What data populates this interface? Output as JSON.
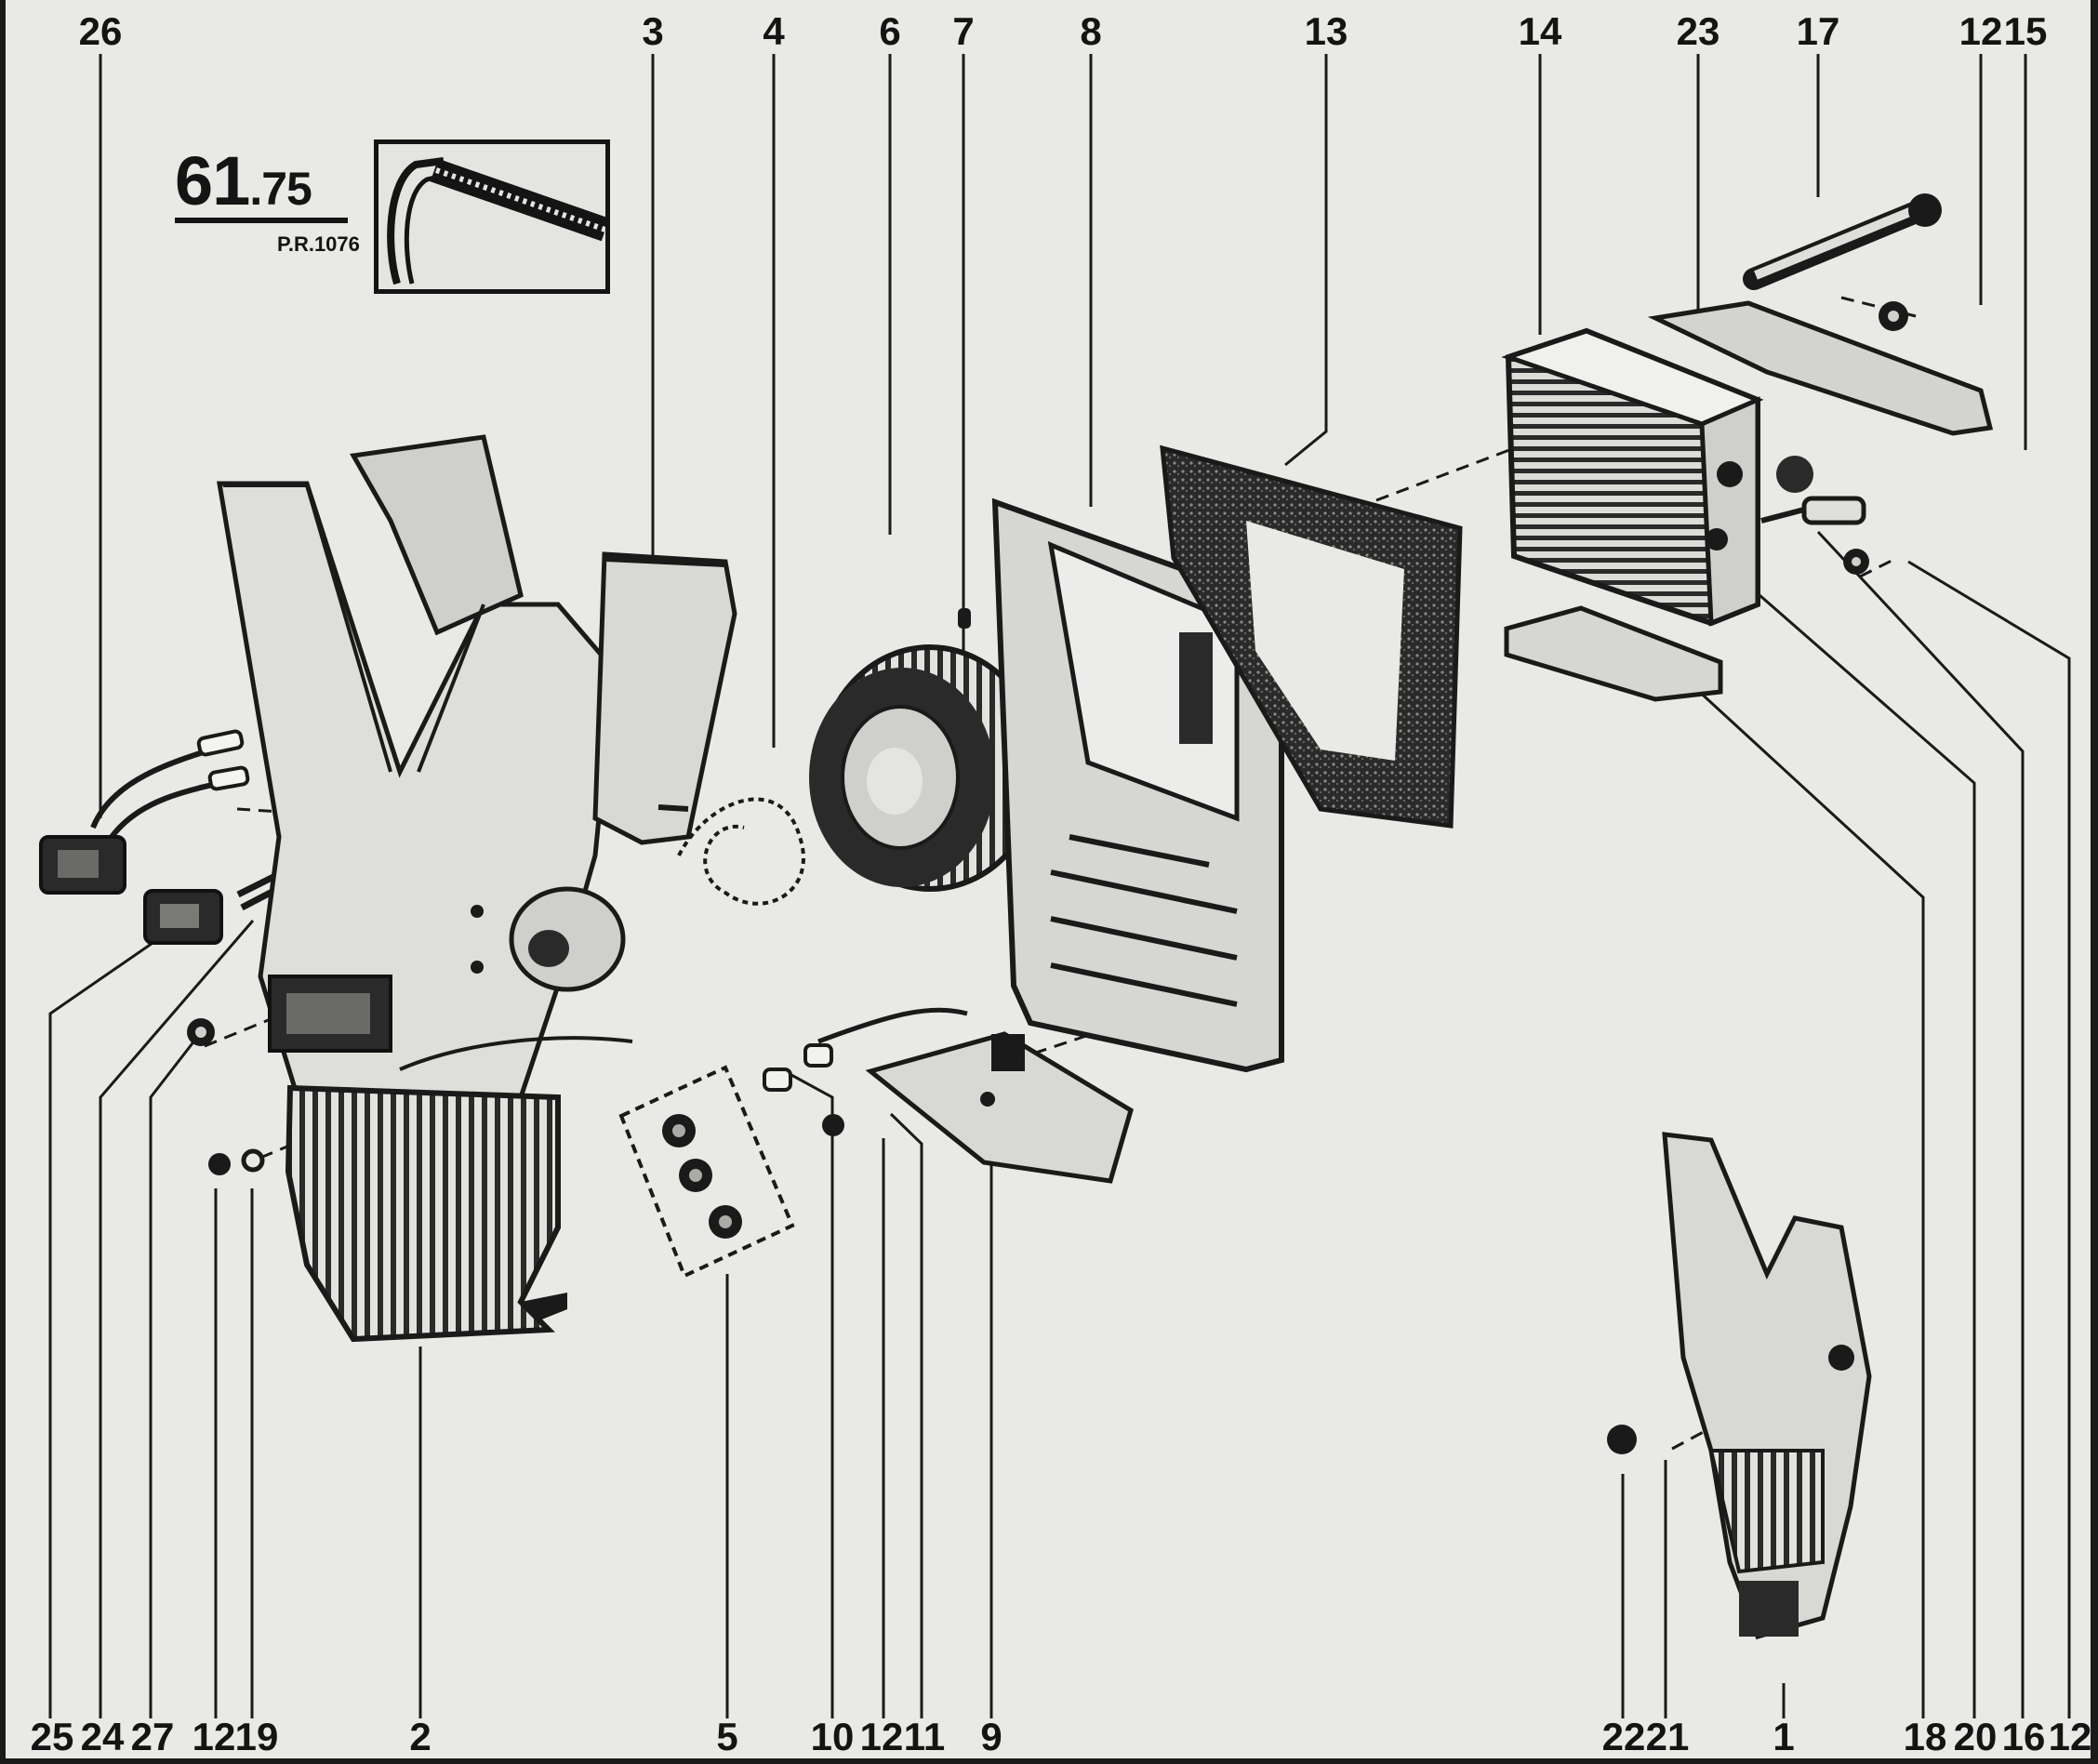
{
  "page_number": {
    "major": "61",
    "minor": ".75"
  },
  "reference": "P.R.1076",
  "callouts_top": [
    "26",
    "3",
    "4",
    "6",
    "7",
    "8",
    "13",
    "14",
    "23",
    "17",
    "12",
    "15"
  ],
  "callouts_bottom": [
    "25",
    "24",
    "27",
    "12",
    "19",
    "2",
    "5",
    "10",
    "12",
    "11",
    "9",
    "22",
    "21",
    "1",
    "18",
    "20",
    "16",
    "12"
  ],
  "colors": {
    "ink": "#141414",
    "paper": "#e9e9e6"
  }
}
